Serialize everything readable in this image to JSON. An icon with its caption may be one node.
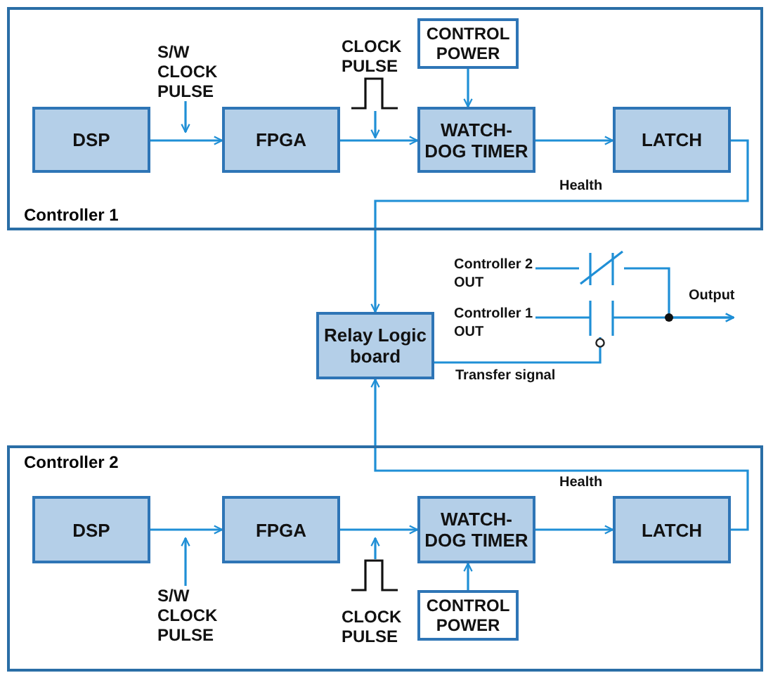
{
  "diagram": {
    "nodes": [
      {
        "text": [
          "Controller 1"
        ]
      },
      {
        "text": [
          "DSP"
        ],
        "in": 0
      },
      {
        "text": [
          "FPGA"
        ],
        "in": 0
      },
      {
        "text": [
          "WATCH- DOG TIMER"
        ],
        "in": 0
      },
      {
        "text": [
          "LATCH"
        ],
        "in": 0
      },
      {
        "text": [
          "CONTROL POWER"
        ],
        "in": 0
      },
      {
        "text": [
          "S/W CLOCK PULSE"
        ],
        "in": 0
      },
      {
        "text": [
          "CLOCK PULSE"
        ],
        "in": 0
      },
      {
        "text": [
          "Relay Logic board"
        ]
      },
      {
        "text": [
          "Controller 2"
        ]
      },
      {
        "text": [
          "DSP"
        ],
        "in": 9
      },
      {
        "text": [
          "FPGA"
        ],
        "in": 9
      },
      {
        "text": [
          "WATCH- DOG TIMER"
        ],
        "in": 9
      },
      {
        "text": [
          "LATCH"
        ],
        "in": 9
      },
      {
        "text": [
          "CONTROL POWER"
        ],
        "in": 9
      },
      {
        "text": [
          "S/W CLOCK PULSE"
        ],
        "in": 9
      },
      {
        "text": [
          "CLOCK PULSE"
        ],
        "in": 9
      },
      {
        "text": [
          "Controller 2 OUT"
        ]
      },
      {
        "text": [
          "Controller 1 OUT"
        ]
      },
      {
        "text": [],
        "shape": "contact"
      },
      {
        "text": [],
        "shape": "contact"
      },
      {
        "text": [
          "Output"
        ]
      }
    ],
    "edges": [
      {
        "from": 1,
        "to": 2,
        "arrow": "to"
      },
      {
        "from": 2,
        "to": 3,
        "arrow": "to"
      },
      {
        "from": 3,
        "to": 4,
        "arrow": "to"
      },
      {
        "from": 5,
        "to": 3,
        "arrow": "to"
      },
      {
        "from": 6,
        "to": null,
        "arrow": "to"
      },
      {
        "from": 7,
        "to": null,
        "arrow": "to"
      },
      {
        "from": 4,
        "to": 8,
        "arrow": "to",
        "label": "Health"
      },
      {
        "from": 10,
        "to": 11,
        "arrow": "to"
      },
      {
        "from": 11,
        "to": 12,
        "arrow": "to"
      },
      {
        "from": 12,
        "to": 13,
        "arrow": "to"
      },
      {
        "from": 14,
        "to": 12,
        "arrow": "to"
      },
      {
        "from": 15,
        "to": null,
        "arrow": "to"
      },
      {
        "from": 16,
        "to": null,
        "arrow": "to"
      },
      {
        "from": 13,
        "to": 8,
        "arrow": "to",
        "label": "Health"
      },
      {
        "from": 8,
        "to": 20,
        "arrow": "other",
        "label": "Transfer signal"
      },
      {
        "from": 17,
        "to": 19,
        "arrow": "none"
      },
      {
        "from": 18,
        "to": 20,
        "arrow": "none"
      },
      {
        "from": 19,
        "to": 21,
        "arrow": "to"
      },
      {
        "from": 20,
        "to": 21,
        "arrow": "to"
      }
    ]
  }
}
